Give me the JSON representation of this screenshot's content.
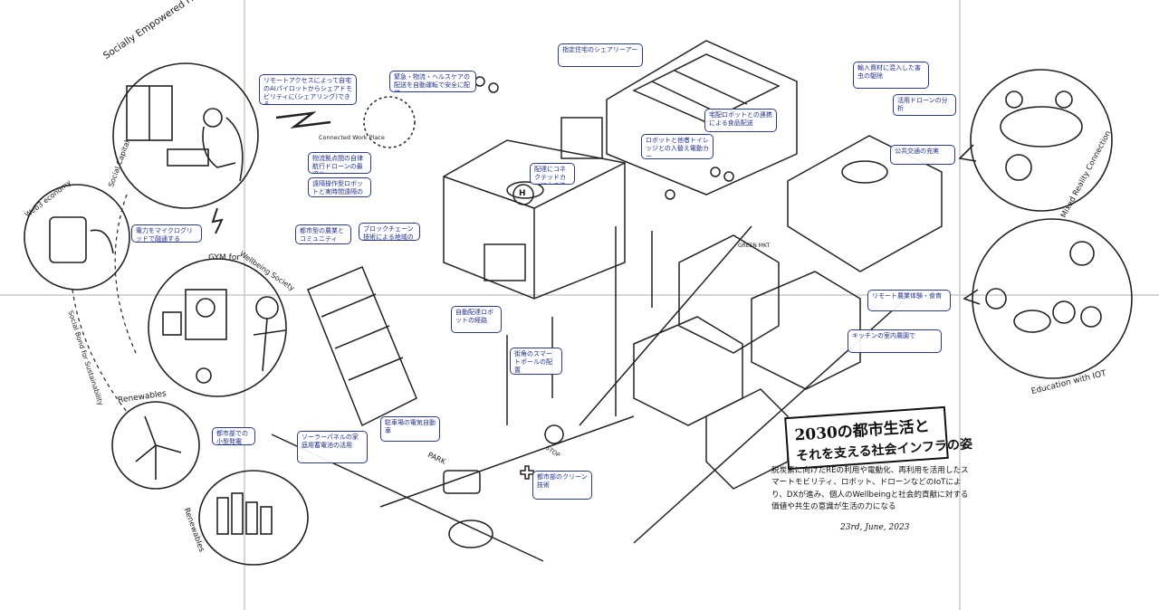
{
  "title": {
    "line1": "2030の都市生活と",
    "line2": "それを支える社会インフラの姿"
  },
  "summary": "脱炭素に向けたREの利用や電動化、再利用を活用したスマートモビリティ、ロボット、ドローンなどのIoTにより、DXが進み、個人のWellbeingと社会的貢献に対する価値や共生の意識が生活の力になる",
  "signature": "23rd, June, 2023",
  "circle_labels": {
    "home": "Socially Empowered Home",
    "web3": "Web3 economy",
    "gym": "GYM for",
    "wellbeing": "Wellbeing Society",
    "renewables": "Renewables",
    "renewables2": "Renewables",
    "mixed_reality": "Mixed Reality Connection",
    "education": "Education with IOT",
    "social_capital": "Social Capital",
    "social_bond": "Social Bond for Sustainability"
  },
  "sketch_labels": {
    "connected_workplace": "Connected Work Place",
    "park": "PARK",
    "stop": "STOP",
    "green_market": "GREEN MKT",
    "helipad": "H"
  },
  "notes": [
    "リモートアクセスによって自宅のAIパイロットからシェアドモビリティに(シェアリング)できる",
    "緊急・物流・ヘルスケアの配送を自動運転で安全に配送",
    "指定住宅のシェアリーアー",
    "物流拠点間の自律航行ドローンの最適化",
    "遠隔操作型ロボットと実時間遠隔の支援",
    "配達にコネクテッドカーによる決済",
    "ロボットと他者トイレッジとの入替え電動カー",
    "宅配ロボットとの連携による食品配送",
    "都市型の農業とコミュニティ",
    "輸入資材に混入した害虫の駆除",
    "活用ドローンの分析",
    "公共交通の充実",
    "リモート農業体験・食育",
    "キッチンの室内農園で",
    "ブロックチェーン技術による地域の電気",
    "電力をマイクログリッドで融通する",
    "自動配達ロボットの経路",
    "街角のスマートポールの配置",
    "都市部での小型発電",
    "駐車場の電気自動車",
    "都市部のクリーン技術",
    "ソーラーパネルの家庭用蓄電池の活用"
  ],
  "colors": {
    "ink": "#1a1a1a",
    "note_border": "#2a3a8a",
    "note_text": "#1e2f8f",
    "board": "#ffffff",
    "panel_seam": "#c8c8c8"
  }
}
